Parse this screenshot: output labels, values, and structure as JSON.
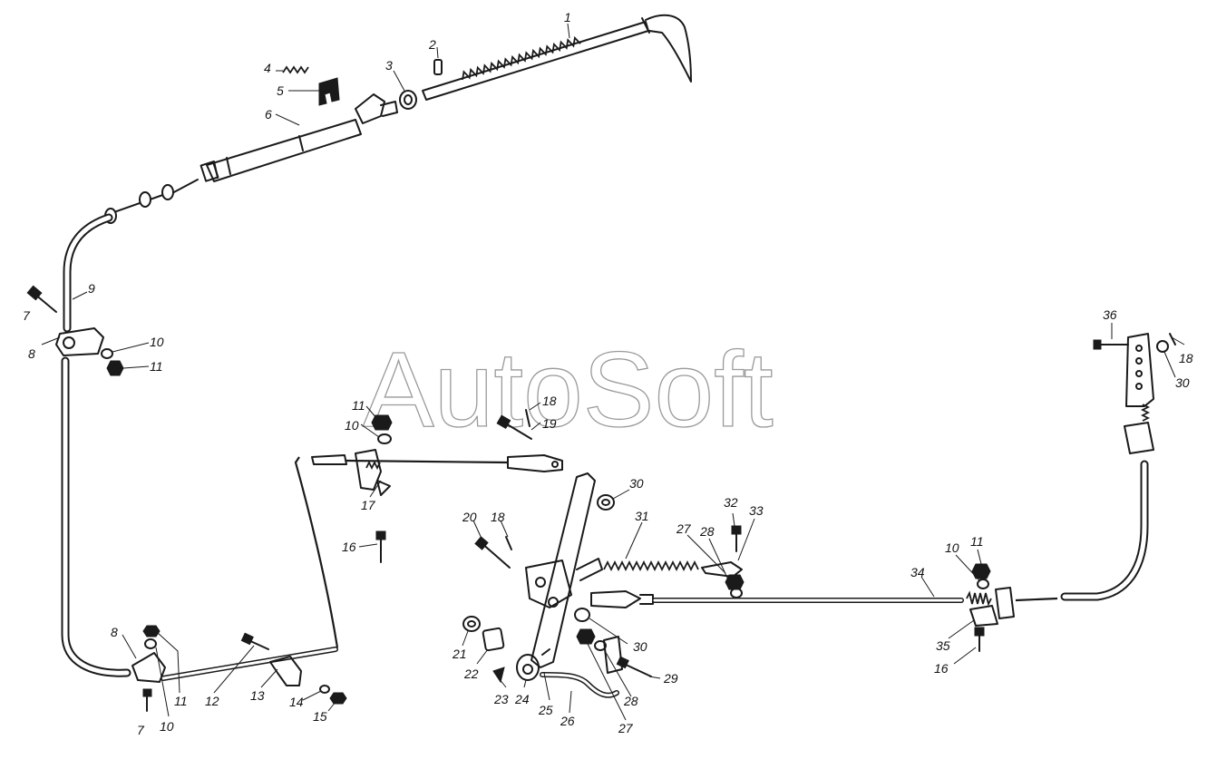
{
  "watermark": "AutoSoft",
  "callouts": [
    {
      "id": "c1",
      "text": "1"
    },
    {
      "id": "c2",
      "text": "2"
    },
    {
      "id": "c3",
      "text": "3"
    },
    {
      "id": "c4",
      "text": "4"
    },
    {
      "id": "c5",
      "text": "5"
    },
    {
      "id": "c6",
      "text": "6"
    },
    {
      "id": "c7a",
      "text": "7"
    },
    {
      "id": "c8a",
      "text": "8"
    },
    {
      "id": "c9",
      "text": "9"
    },
    {
      "id": "c10a",
      "text": "10"
    },
    {
      "id": "c11a",
      "text": "11"
    },
    {
      "id": "c11b",
      "text": "11"
    },
    {
      "id": "c10b",
      "text": "10"
    },
    {
      "id": "c18a",
      "text": "18"
    },
    {
      "id": "c19",
      "text": "19"
    },
    {
      "id": "c17",
      "text": "17"
    },
    {
      "id": "c16a",
      "text": "16"
    },
    {
      "id": "c8b",
      "text": "8"
    },
    {
      "id": "c7b",
      "text": "7"
    },
    {
      "id": "c10c",
      "text": "10"
    },
    {
      "id": "c11c",
      "text": "11"
    },
    {
      "id": "c12",
      "text": "12"
    },
    {
      "id": "c13",
      "text": "13"
    },
    {
      "id": "c14",
      "text": "14"
    },
    {
      "id": "c15",
      "text": "15"
    },
    {
      "id": "c20",
      "text": "20"
    },
    {
      "id": "c18b",
      "text": "18"
    },
    {
      "id": "c21",
      "text": "21"
    },
    {
      "id": "c22",
      "text": "22"
    },
    {
      "id": "c23",
      "text": "23"
    },
    {
      "id": "c24",
      "text": "24"
    },
    {
      "id": "c25",
      "text": "25"
    },
    {
      "id": "c26",
      "text": "26"
    },
    {
      "id": "c27a",
      "text": "27"
    },
    {
      "id": "c28a",
      "text": "28"
    },
    {
      "id": "c29",
      "text": "29"
    },
    {
      "id": "c30a",
      "text": "30"
    },
    {
      "id": "c30b",
      "text": "30"
    },
    {
      "id": "c31",
      "text": "31"
    },
    {
      "id": "c27b",
      "text": "27"
    },
    {
      "id": "c28b",
      "text": "28"
    },
    {
      "id": "c32",
      "text": "32"
    },
    {
      "id": "c33",
      "text": "33"
    },
    {
      "id": "c34",
      "text": "34"
    },
    {
      "id": "c10d",
      "text": "10"
    },
    {
      "id": "c11d",
      "text": "11"
    },
    {
      "id": "c35",
      "text": "35"
    },
    {
      "id": "c16b",
      "text": "16"
    },
    {
      "id": "c36",
      "text": "36"
    },
    {
      "id": "c18c",
      "text": "18"
    },
    {
      "id": "c30c",
      "text": "30"
    }
  ]
}
